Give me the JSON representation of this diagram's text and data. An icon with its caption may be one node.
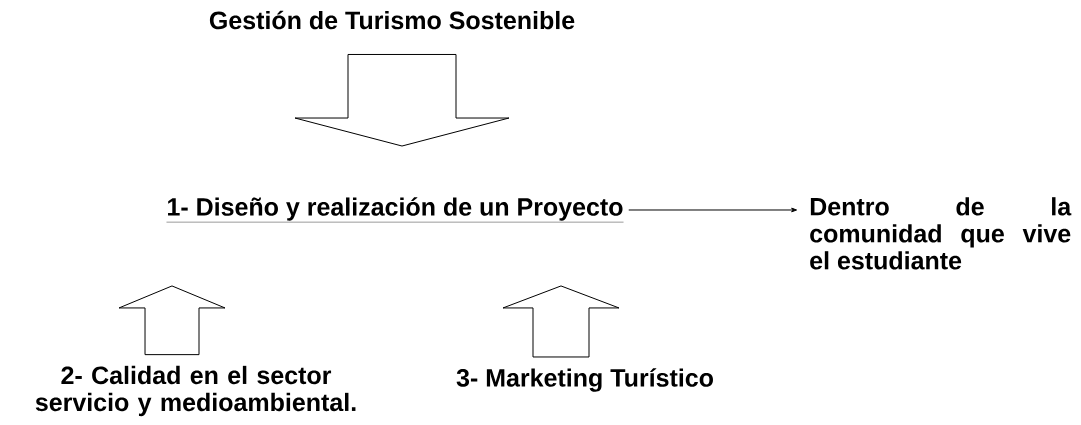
{
  "diagram": {
    "nodes": [
      {
        "text": [
          "Gestión de Turismo Sostenible"
        ]
      },
      {
        "text": [
          "1- Diseño y realización de un Proyecto"
        ]
      },
      {
        "text": [
          "Dentro de la comunidad que vive el estudiante"
        ]
      },
      {
        "text": [
          "2- Calidad en el sector servicio y medioambiental."
        ]
      },
      {
        "text": [
          "3- Marketing Turístico"
        ]
      }
    ],
    "edges": [
      {
        "from": 0,
        "to": 1,
        "arrow": "to"
      },
      {
        "from": 1,
        "to": 2,
        "arrow": "to"
      },
      {
        "from": 3,
        "to": 1,
        "arrow": "to"
      },
      {
        "from": 4,
        "to": 1,
        "arrow": "to"
      }
    ]
  }
}
